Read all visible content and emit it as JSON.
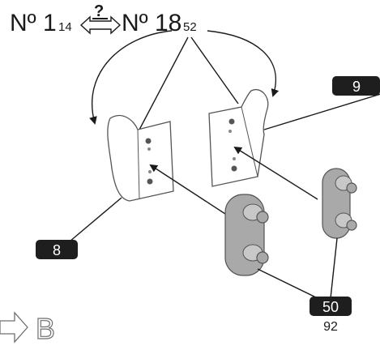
{
  "header": {
    "from_prefix": "Nº 1",
    "from_page": "14",
    "question_mark": "?",
    "to_prefix": "Nº 18",
    "to_page": "52"
  },
  "labels": {
    "part_9": "9",
    "part_8": "8",
    "part_50": "50",
    "part_50_page": "92"
  },
  "footer": {
    "next_step": "B"
  },
  "colors": {
    "label_bg": "#1e1e1e",
    "peg_fill": "#a9a9a9"
  }
}
